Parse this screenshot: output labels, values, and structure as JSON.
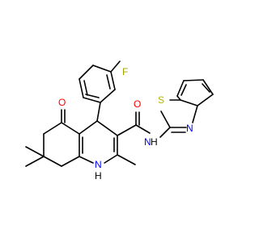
{
  "molecule": {
    "colors": {
      "bond": "#000000",
      "O": "#ff0000",
      "N": "#0000ff",
      "S": "#b5b500",
      "F": "#a0a000"
    },
    "atom_labels": {
      "fluorine": "F",
      "carbonyl_oxygen_ring": "O",
      "amide_oxygen": "O",
      "amide_nh": "N",
      "amide_h": "H",
      "ring_nh": "N",
      "ring_h": "H",
      "thiazole_s": "S",
      "thiazole_n": "N"
    }
  }
}
